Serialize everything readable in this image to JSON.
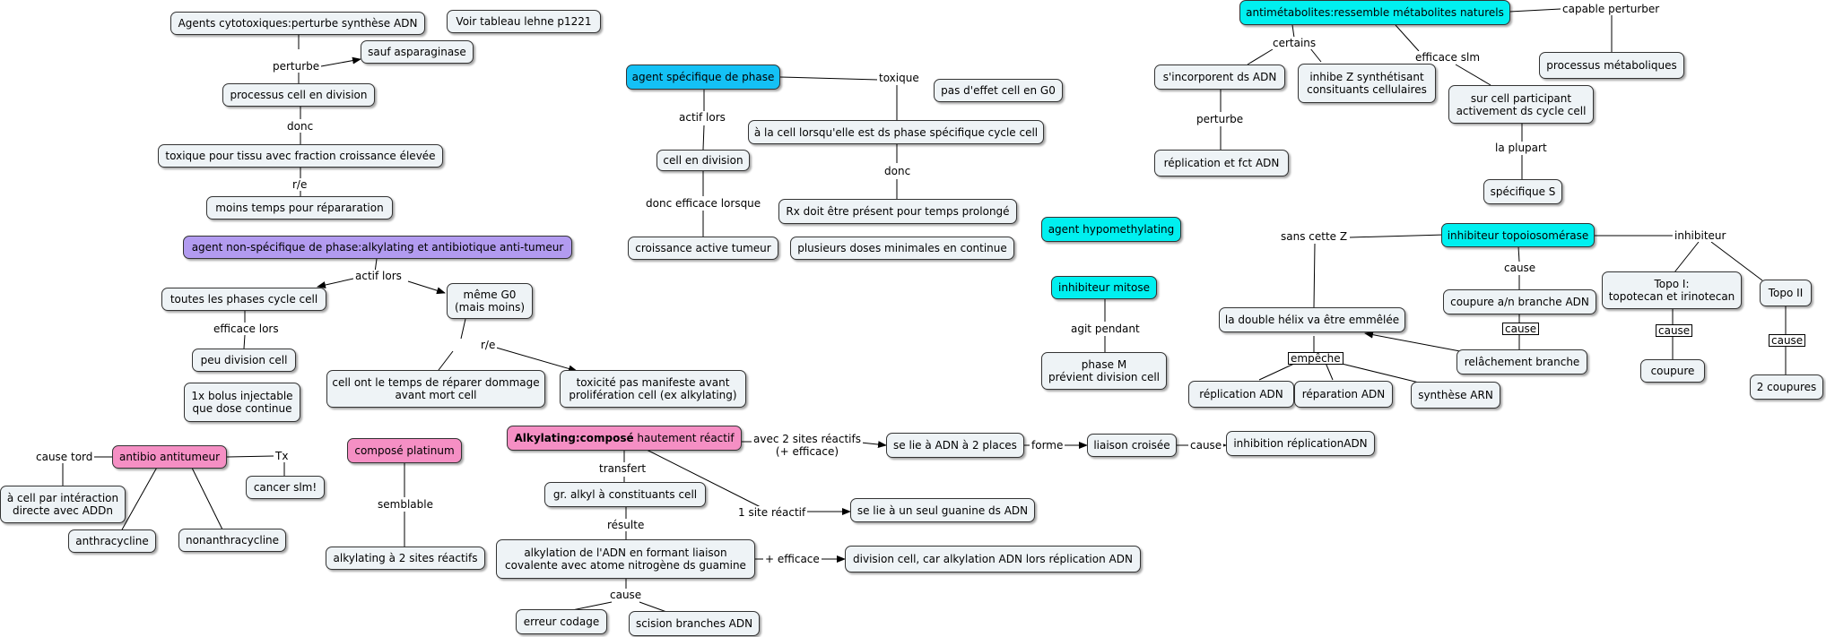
{
  "nodes": {
    "agents_cytotoxiques": "Agents cytotoxiques:perturbe synthèse ADN",
    "voir_tableau": "Voir tableau lehne p1221",
    "sauf_asparaginase": "sauf asparaginase",
    "processus_cell_division": "processus cell en division",
    "toxique_tissu": "toxique pour tissu avec fraction croissance élevée",
    "moins_temps": "moins temps pour répararation",
    "agent_non_specifique": "agent non-spécifique de phase:alkylating et antibiotique anti-tumeur",
    "toutes_phases": "toutes les phases cycle cell",
    "meme_g0": "même G0\n(mais moins)",
    "peu_division": "peu division cell",
    "bolus": "1x bolus injectable\nque dose continue",
    "cell_temps_reparer": "cell ont le temps de réparer dommage\navant mort cell",
    "toxicite_pas": "toxicité pas manifeste avant\nprolifération cell (ex alkylating)",
    "antibio": "antibio antitumeur",
    "cancer_slm": "cancer slm!",
    "a_cell_interaction": "à cell par intéraction\ndirecte avec ADDn",
    "anthracycline": "anthracycline",
    "nonanthracycline": "nonanthracycline",
    "compose_platinum": "composé platinum",
    "alkylating_2_sites": "alkylating à 2 sites réactifs",
    "agent_specifique": "agent spécifique de phase",
    "pas_effet_g0": "pas d'effet cell en G0",
    "a_la_cell": "à la cell lorsqu'elle est ds phase spécifique cycle cell",
    "cell_en_division": "cell en division",
    "rx_present": "Rx doit être présent pour temps prolongé",
    "croissance_active": "croissance active tumeur",
    "plusieurs_doses": "plusieurs doses minimales en continue",
    "alkylating_bold": "Alkylating:composé",
    "alkylating_rest": " hautement réactif",
    "se_lie_2_places": "se lie à ADN à 2 places",
    "liaison_croisee": "liaison croisée",
    "inhibition_replication": "inhibition réplicationADN",
    "gr_alkyl": "gr. alkyl à constituants cell",
    "se_lie_guanine": "se lie à un seul guanine ds ADN",
    "alkylation_adn": "alkylation de l'ADN en formant liaison\ncovalente avec atome nitrogène ds guamine",
    "division_cell_alkylation": "division cell, car alkylation ADN lors réplication ADN",
    "erreur_codage": "erreur codage",
    "scision": "scision branches ADN",
    "agent_hypomethylating": "agent hypomethylating",
    "inhibiteur_mitose": "inhibiteur mitose",
    "phase_m": "phase M\nprévient division cell",
    "antimetabolites": "antimétabolites:ressemble métabolites naturels",
    "s_incorporent": "s'incorporent ds ADN",
    "inhibe_z": "inhibe Z synthétisant\nconsituants cellulaires",
    "processus_metaboliques": "processus métaboliques",
    "sur_cell_participant": "sur cell participant\nactivement ds cycle cell",
    "replication_fct": "réplication et fct ADN",
    "specifique_s": "spécifique S",
    "inhibiteur_topo": "inhibiteur topoiosomérase",
    "double_helix": "la double hélix va être emmêlée",
    "coupure_an": "coupure a/n branche ADN",
    "topo_i": "Topo I:\ntopotecan et irinotecan",
    "topo_ii": "Topo II",
    "relachement": "relâchement branche",
    "replication_adn": "réplication ADN",
    "reparation_adn": "réparation ADN",
    "synthese_arn": "synthèse ARN",
    "coupure": "coupure",
    "deux_coupures": "2 coupures"
  },
  "links": {
    "perturbe_1": "perturbe",
    "donc_1": "donc",
    "re_1": "r/e",
    "actif_lors_1": "actif lors",
    "efficace_lors": "efficace lors",
    "re_2": "r/e",
    "cause_tord": "cause tord",
    "tx": "Tx",
    "semblable": "semblable",
    "toxique": "toxique",
    "actif_lors_2": "actif lors",
    "donc_2": "donc",
    "donc_efficace": "donc efficace lorsque",
    "avec_2_sites": "avec 2 sites réactifs\n(+ efficace)",
    "forme": "forme",
    "cause_1": "cause",
    "transfert": "transfert",
    "un_site": "1 site réactif",
    "resulte": "résulte",
    "plus_efficace": "+ efficace",
    "cause_2": "cause",
    "agit_pendant": "agit pendant",
    "certains": "certains",
    "efficace_slm": "efficace slm",
    "capable_perturber": "capable perturber",
    "perturbe_2": "perturbe",
    "la_plupart": "la plupart",
    "sans_cette_z": "sans cette Z",
    "cause_3": "cause",
    "inhibiteur": "inhibiteur",
    "cause_4": "cause",
    "empeche": "empêche",
    "cause_5": "cause",
    "cause_6": "cause"
  },
  "colors": {
    "default_node": "#eef3f6",
    "cyan": "#00f0f0",
    "blue": "#14c1f5",
    "purple": "#b29bf0",
    "pink": "#f58fc4"
  }
}
